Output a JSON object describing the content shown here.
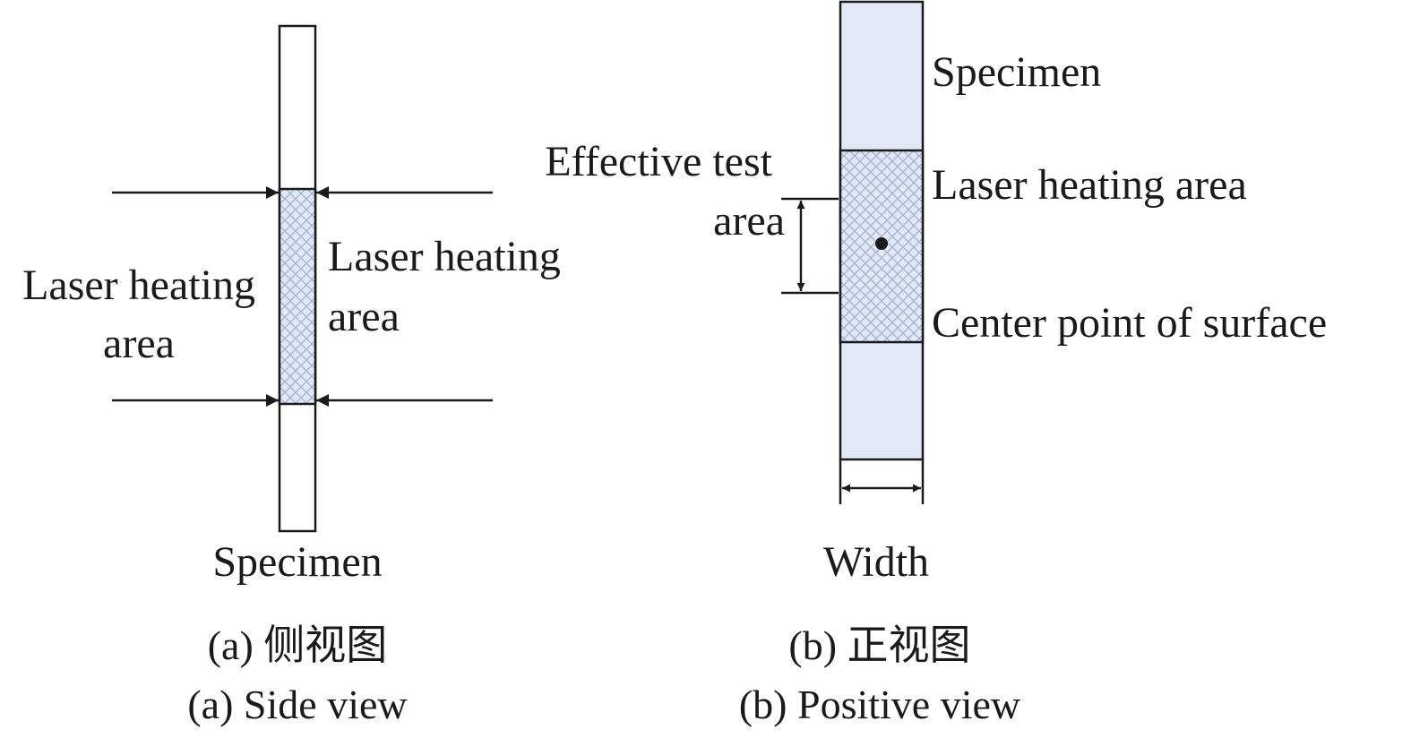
{
  "side_view": {
    "left_label": [
      "Laser heating",
      "area"
    ],
    "right_label": [
      "Laser heating",
      "area"
    ],
    "bottom_label": "Specimen",
    "caption_cn": "(a) 侧视图",
    "caption_en": "(a) Side view"
  },
  "positive_view": {
    "specimen_label": "Specimen",
    "heating_label": "Laser heating area",
    "center_label": "Center point of surface",
    "effective_label": [
      "Effective test",
      "area"
    ],
    "width_label": "Width",
    "caption_cn": "(b) 正视图",
    "caption_en": "(b) Positive view"
  },
  "colors": {
    "line": "#1a1a1a",
    "specimen_fill": "#e2e8f4",
    "hatch": "#9fb0d6"
  }
}
